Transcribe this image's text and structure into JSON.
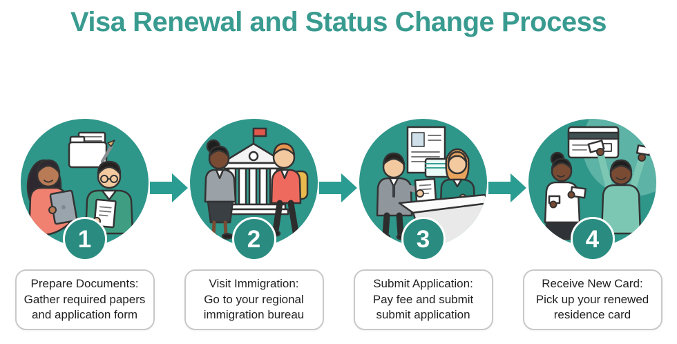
{
  "title": "Visa Renewal and Status Change Process",
  "theme": {
    "circle_teal": "#2F968A",
    "badge_teal": "#2A8C80",
    "title_color": "#399B90",
    "arrow_color": "#2B9C92",
    "caption_border": "#C8C8C8",
    "caption_text": "#1F1F1F"
  },
  "steps": [
    {
      "number": "1",
      "icon": "people-preparing-documents-illustration",
      "caption": {
        "line1": "Prepare Documents:",
        "line2": "Gather required papers",
        "line3": "and application form"
      }
    },
    {
      "number": "2",
      "icon": "visit-immigration-building-illustration",
      "caption": {
        "line1": "Visit Immigration:",
        "line2": "Go to your regional",
        "line3": "immigration bureau"
      }
    },
    {
      "number": "3",
      "icon": "submit-application-counter-illustration",
      "caption": {
        "line1": "Submit Application:",
        "line2": "Pay fee and submit",
        "line3": "submit application"
      }
    },
    {
      "number": "4",
      "icon": "receive-new-card-illustration",
      "caption": {
        "line1": "Receive New Card:",
        "line2": "Pick up your renewed",
        "line3": "residence card"
      }
    }
  ],
  "arrows": [
    {
      "icon": "arrow-right-icon"
    },
    {
      "icon": "arrow-right-icon"
    },
    {
      "icon": "arrow-right-icon"
    }
  ]
}
